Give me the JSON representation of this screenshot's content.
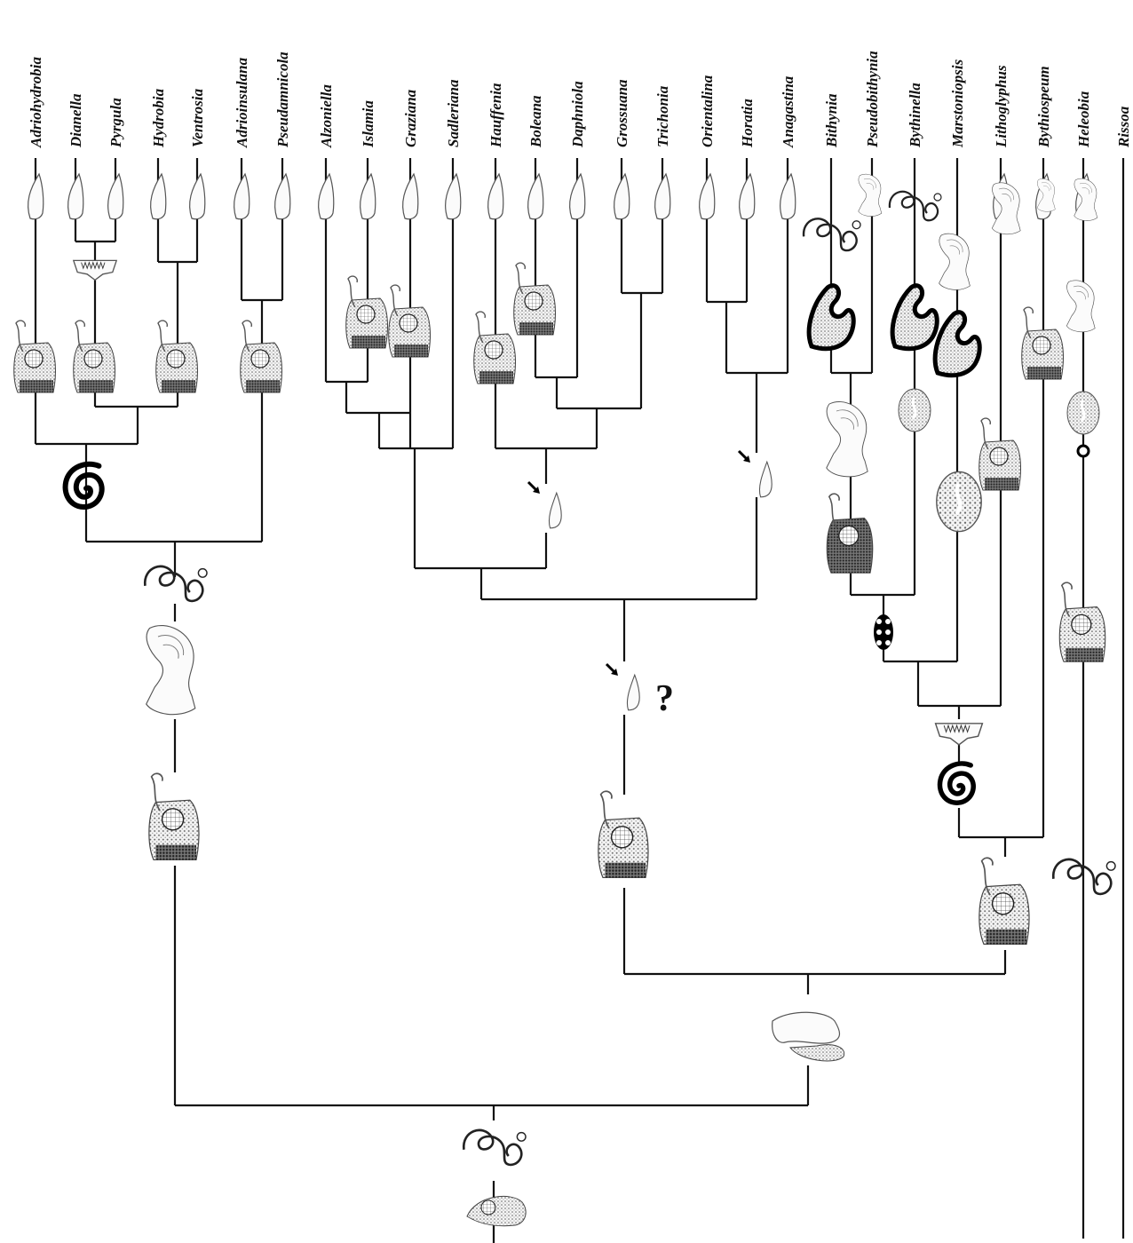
{
  "colors": {
    "line": "#111111",
    "icon_outline": "#555555",
    "icon_fill_dark": "#222222",
    "icon_fill_shade": "#bdbdbd",
    "background": "#ffffff"
  },
  "taxa": [
    {
      "name": "Adriohydrobia"
    },
    {
      "name": "Dianella"
    },
    {
      "name": "Pyrgula"
    },
    {
      "name": "Hydrobia"
    },
    {
      "name": "Ventrosia"
    },
    {
      "name": "Adrioinsulana"
    },
    {
      "name": "Pseudamnicola"
    },
    {
      "name": "Alzoniella"
    },
    {
      "name": "Islamia"
    },
    {
      "name": "Graziana"
    },
    {
      "name": "Sadleriana"
    },
    {
      "name": "Hauffenia"
    },
    {
      "name": "Boleana"
    },
    {
      "name": "Daphniola"
    },
    {
      "name": "Grossuana"
    },
    {
      "name": "Trichonia"
    },
    {
      "name": "Orientalina"
    },
    {
      "name": "Horatia"
    },
    {
      "name": "Anagastina"
    },
    {
      "name": "Bithynia"
    },
    {
      "name": "Pseudobithynia"
    },
    {
      "name": "Bythinella"
    },
    {
      "name": "Marstoniopsis"
    },
    {
      "name": "Lithoglyphus"
    },
    {
      "name": "Bythiospeum"
    },
    {
      "name": "Heleobia"
    },
    {
      "name": "Rissoa"
    }
  ],
  "annotations": {
    "uncertain_mark": "?"
  },
  "icons": {
    "penis": "penis-icon",
    "female_genitalia": "female-genitalia-icon",
    "radula": "radula-tooth-icon",
    "spiral_oviduct": "spiral-oviduct-icon",
    "coiled_duct": "coiled-duct-icon",
    "stomach": "stomach-icon",
    "ganglion": "ganglion-icon",
    "arrow": "arrow-icon"
  }
}
